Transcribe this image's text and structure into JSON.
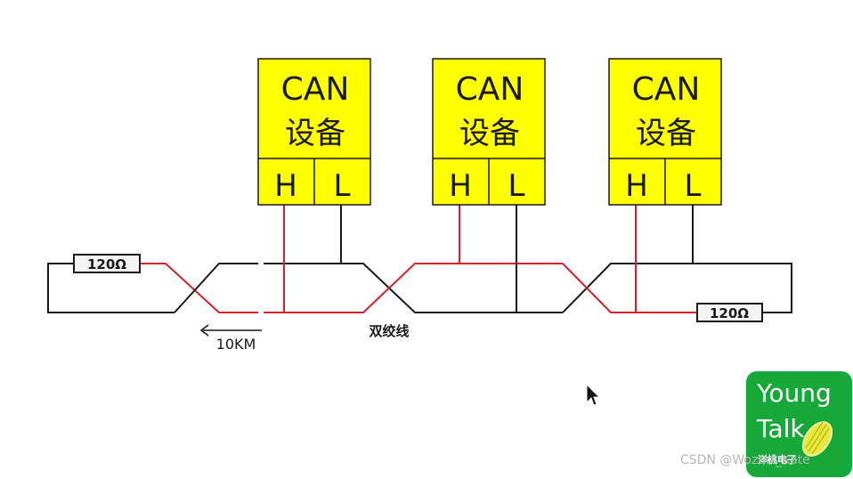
{
  "devices": [
    {
      "title": "CAN",
      "subtitle": "设备",
      "pin_h": "H",
      "pin_l": "L"
    },
    {
      "title": "CAN",
      "subtitle": "设备",
      "pin_h": "H",
      "pin_l": "L"
    },
    {
      "title": "CAN",
      "subtitle": "设备",
      "pin_h": "H",
      "pin_l": "L"
    }
  ],
  "resistor_left": "120Ω",
  "resistor_right": "120Ω",
  "cable_label": "双绞线",
  "distance_label": "10KM",
  "badge": {
    "line1": "Young",
    "line2": "Talk",
    "cn": "洋桃电子"
  },
  "watermark": "CSDN @Wozart_Kate",
  "colors": {
    "device_fill": "#ffff00",
    "can_high": "#d6202a",
    "can_low": "#000000",
    "badge_green": "#17a83a"
  }
}
